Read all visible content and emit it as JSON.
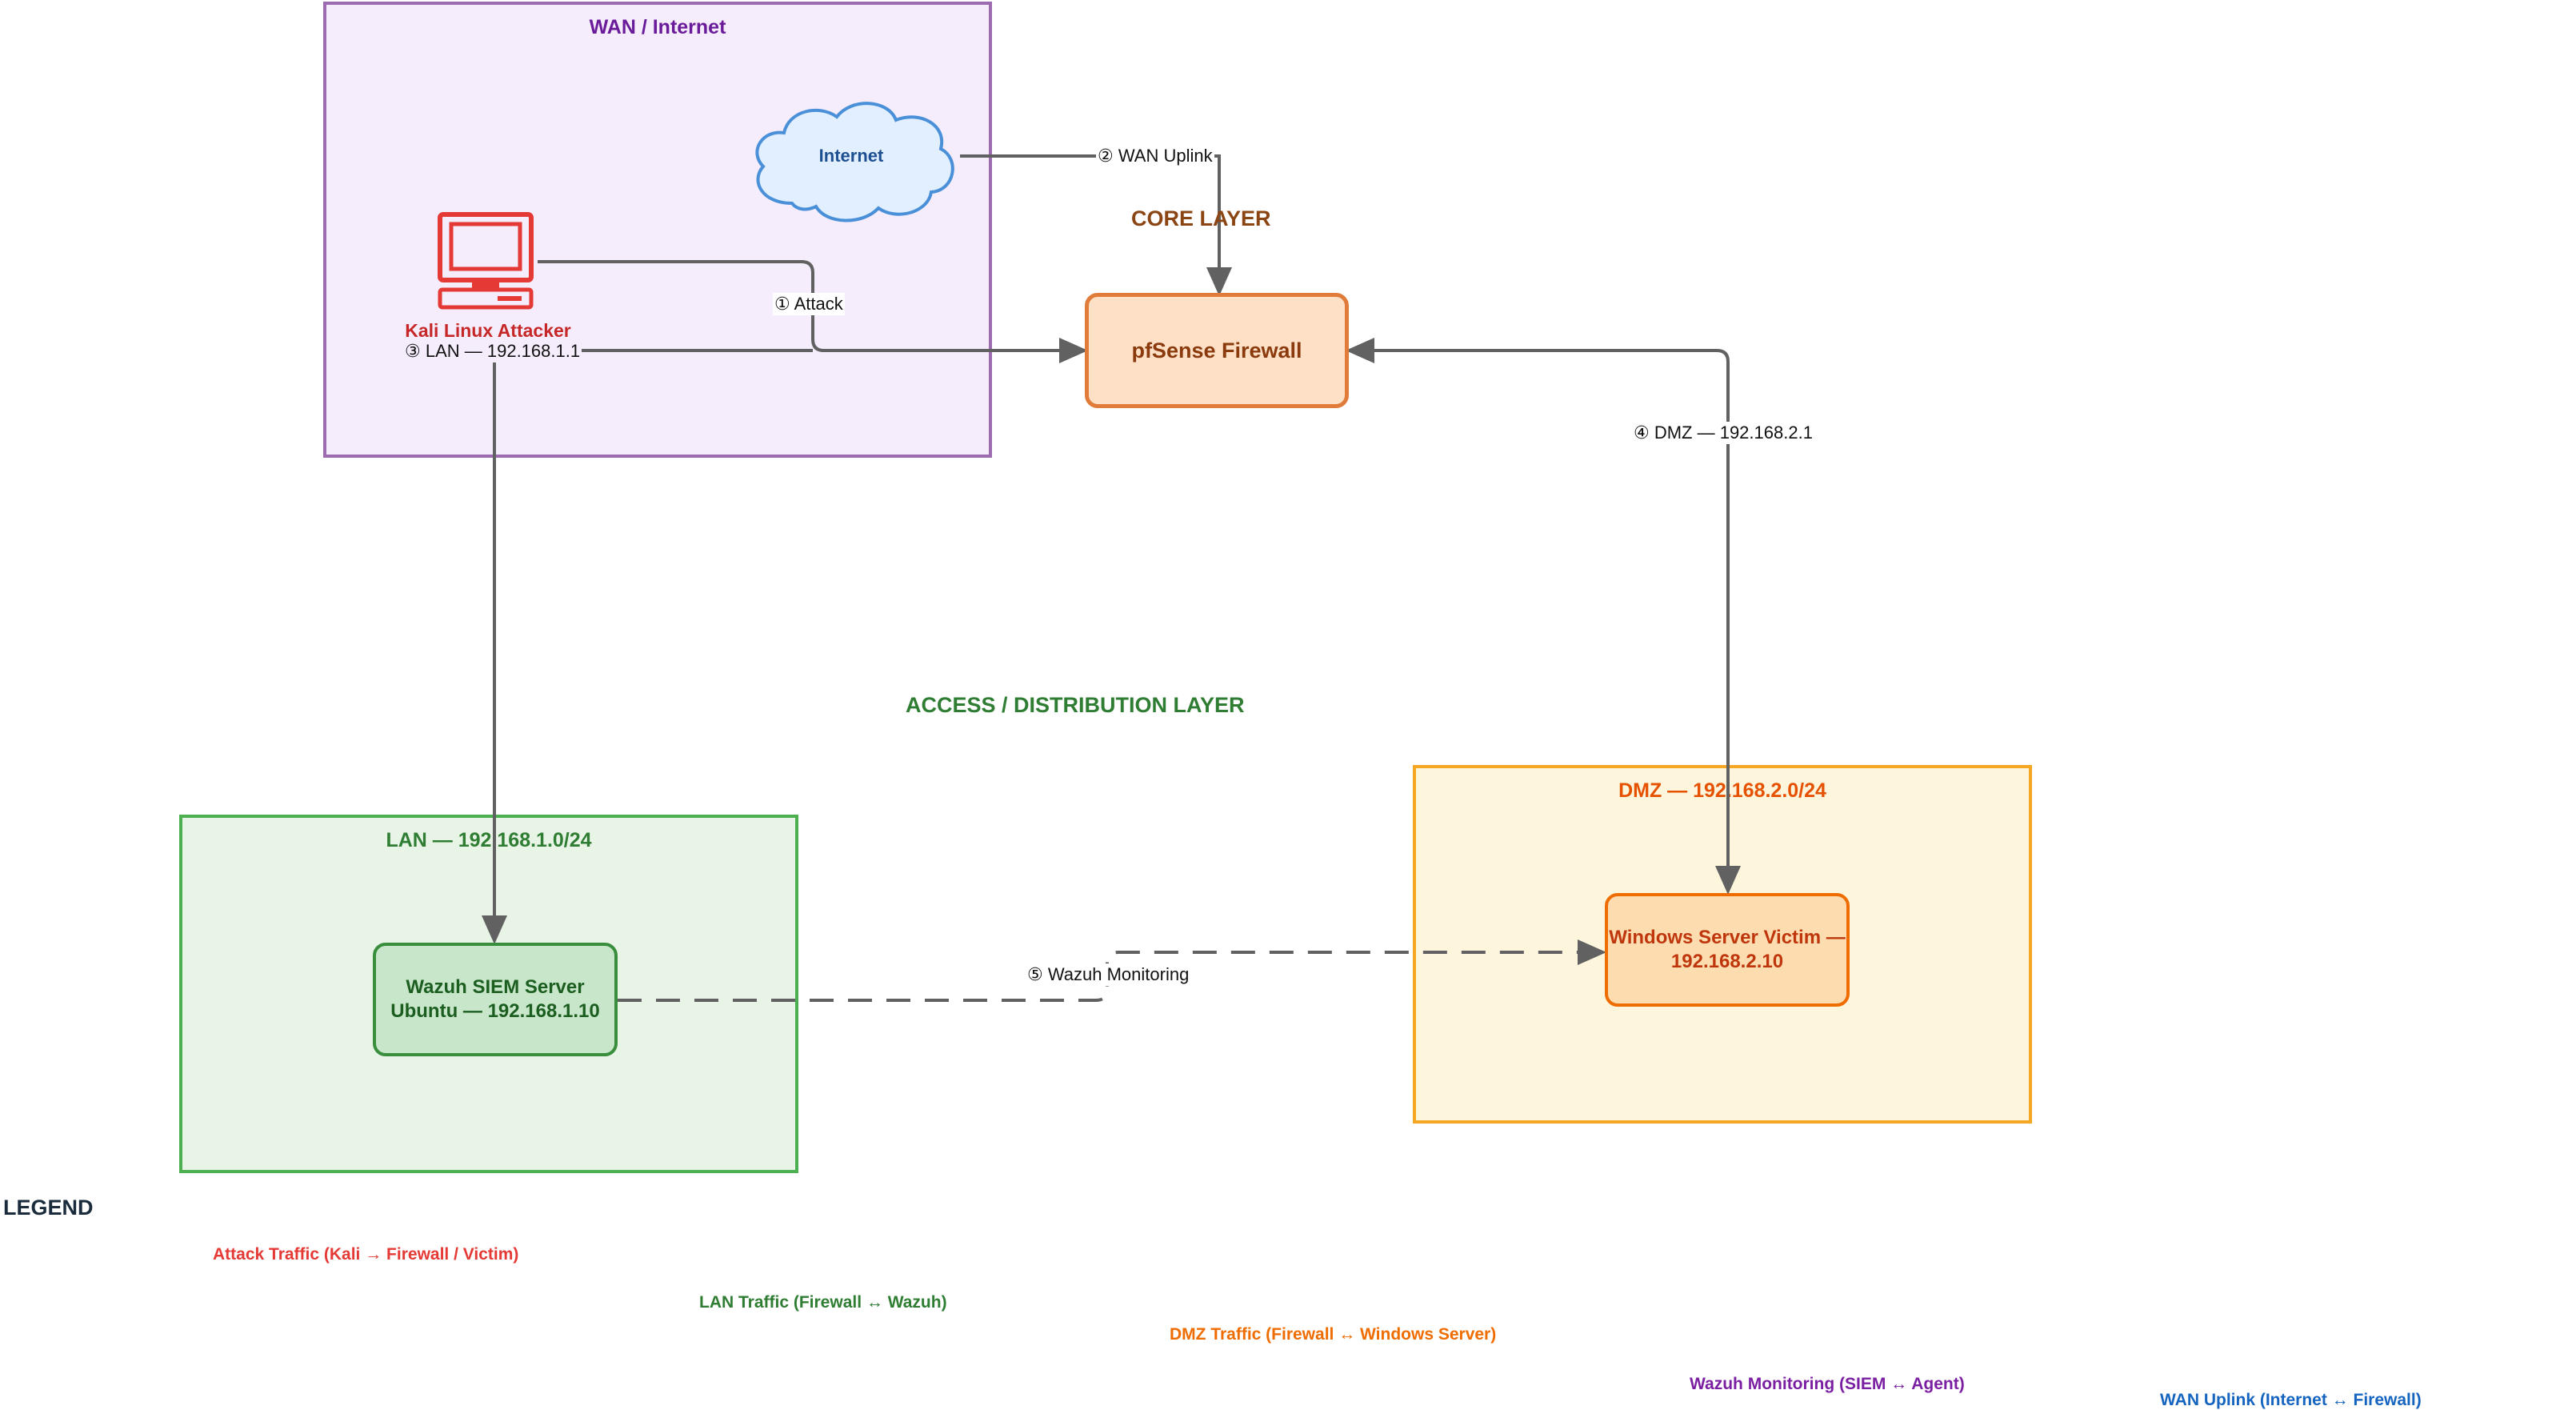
{
  "zones": {
    "wan": {
      "title": "WAN / Internet"
    },
    "lan": {
      "title": "LAN — 192.168.1.0/24"
    },
    "dmz": {
      "title": "DMZ — 192.168.2.0/24"
    }
  },
  "layers": {
    "core": "CORE LAYER",
    "access": "ACCESS / DISTRIBUTION LAYER"
  },
  "nodes": {
    "internet": "Internet",
    "kali": "Kali Linux Attacker",
    "firewall": "pfSense Firewall",
    "wazuh": {
      "line1": "Wazuh SIEM Server",
      "line2": "Ubuntu — 192.168.1.10"
    },
    "windows": {
      "line1": "Windows Server Victim —",
      "line2": "192.168.2.10"
    }
  },
  "edges": {
    "attack": "① Attack",
    "wan_uplink": "② WAN Uplink",
    "lan": "③ LAN — 192.168.1.1",
    "dmz": "④ DMZ — 192.168.2.1",
    "monitoring": "⑤ Wazuh Monitoring"
  },
  "legend": {
    "title": "LEGEND",
    "items": [
      {
        "label": "Attack Traffic (Kali → Firewall / Victim)",
        "color": "#e53935"
      },
      {
        "label": "LAN Traffic (Firewall ↔ Wazuh)",
        "color": "#2e7d32"
      },
      {
        "label": "DMZ Traffic (Firewall ↔ Windows Server)",
        "color": "#ef6c00"
      },
      {
        "label": "Wazuh Monitoring (SIEM ↔ Agent)",
        "color": "#7b1fa2"
      },
      {
        "label": "WAN Uplink (Internet ↔ Firewall)",
        "color": "#1565c0"
      }
    ]
  },
  "colors": {
    "wan_zone_fill": "#f5edfc",
    "wan_zone_border": "#9c6bb0",
    "wan_title": "#6a1b9a",
    "lan_zone_fill": "#e8f4e6",
    "lan_zone_border": "#4caf50",
    "lan_title": "#2e7d32",
    "dmz_zone_fill": "#fdf6dd",
    "dmz_zone_border": "#f5a623",
    "dmz_title": "#e65100",
    "firewall_fill": "#fde0c6",
    "firewall_border": "#e07b39",
    "wire": "#616161"
  }
}
